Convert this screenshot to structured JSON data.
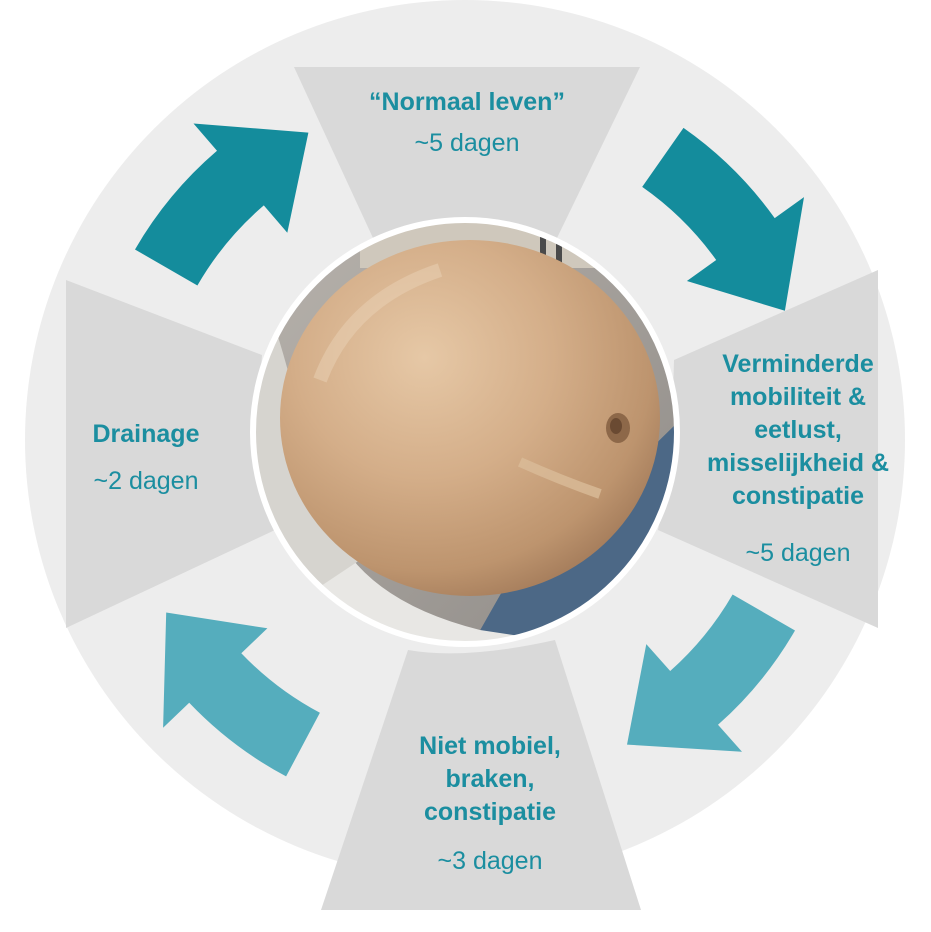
{
  "stages": [
    {
      "id": "normal",
      "title": "“Normaal leven”",
      "duration": "~5 dagen"
    },
    {
      "id": "reduced",
      "title_lines": [
        "Verminderde",
        "mobiliteit &",
        "eetlust,",
        "misselijkheid &",
        "constipatie"
      ],
      "duration": "~5 dagen"
    },
    {
      "id": "immobile",
      "title_lines": [
        "Niet mobiel,",
        "braken,",
        "constipatie"
      ],
      "duration": "~3 dagen"
    },
    {
      "id": "drainage",
      "title": "Drainage",
      "duration": "~2 dagen"
    }
  ],
  "colors": {
    "ring": "#ededed",
    "segment": "#d8d8d8",
    "text": "#1b8ea0",
    "arrow_dark": "#148c9c",
    "arrow_light": "#55adbd"
  },
  "arrows": [
    {
      "name": "arrow-top-right",
      "shade": "dark"
    },
    {
      "name": "arrow-bottom-right",
      "shade": "light"
    },
    {
      "name": "arrow-bottom-left",
      "shade": "light"
    },
    {
      "name": "arrow-top-left",
      "shade": "dark"
    }
  ],
  "center_image": {
    "icon": "distended-abdomen-photo"
  }
}
